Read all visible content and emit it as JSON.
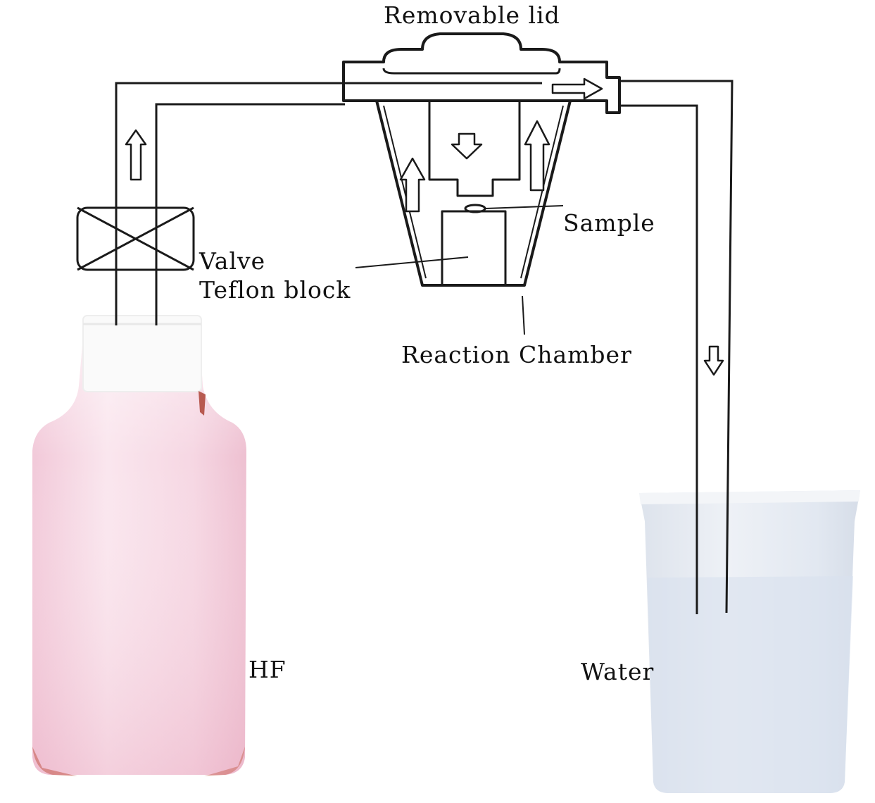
{
  "diagram": {
    "labels": {
      "lid": "Removable lid",
      "sample": "Sample",
      "valve": "Valve",
      "teflon": "Teflon block",
      "chamber": "Reaction Chamber",
      "hf": "HF",
      "water": "Water"
    },
    "colors": {
      "line": "#1a1a1a",
      "bottle_body": "#f6dce8",
      "bottle_cap": "#f8f8f8",
      "bottle_rim_accent": "#a83a2a",
      "beaker": "#e6ebf3"
    }
  }
}
